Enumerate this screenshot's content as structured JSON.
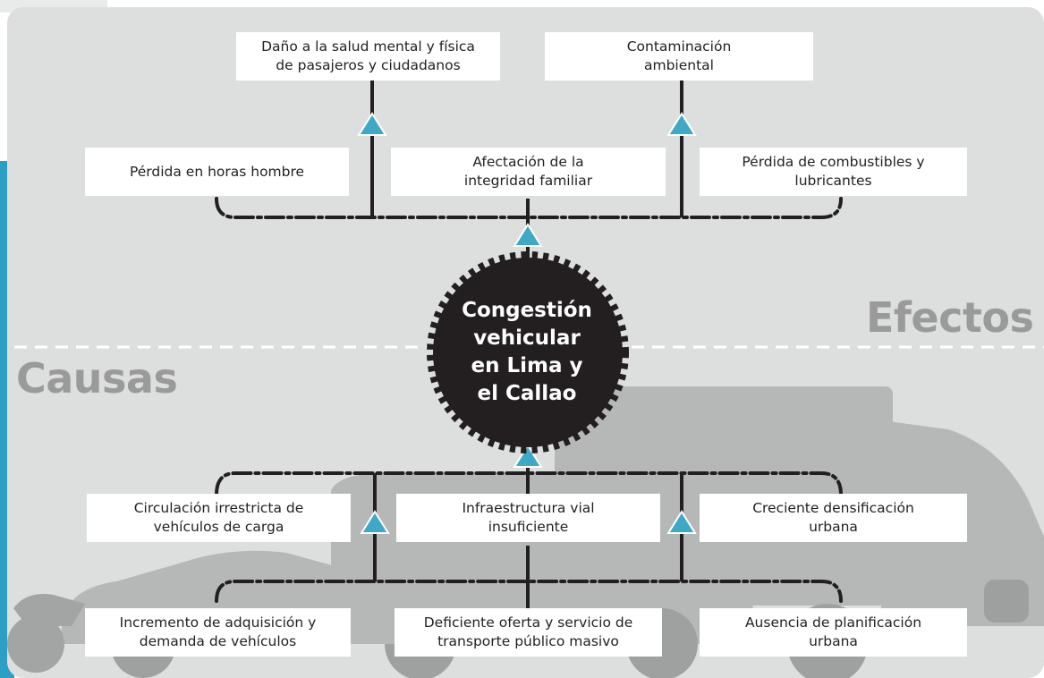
{
  "center": {
    "lines": [
      "Congestión",
      "vehicular",
      "en Lima y",
      "el Callao"
    ]
  },
  "section_labels": {
    "effects": "Efectos",
    "causes": "Causas"
  },
  "effects": {
    "top_left": [
      "Daño a la salud mental y física",
      "de pasajeros y ciudadanos"
    ],
    "top_right": [
      "Contaminación",
      "ambiental"
    ],
    "mid_left": [
      "Pérdida en horas hombre"
    ],
    "mid_center": [
      "Afectación de la",
      "integridad familiar"
    ],
    "mid_right": [
      "Pérdida de combustibles y",
      "lubricantes"
    ]
  },
  "causes": {
    "upper_left": [
      "Circulación irrestricta de",
      "vehículos de carga"
    ],
    "upper_center": [
      "Infraestructura vial",
      "insuficiente"
    ],
    "upper_right": [
      "Creciente densificación",
      "urbana"
    ],
    "lower_left": [
      "Incremento de adquisición y",
      "demanda de vehículos"
    ],
    "lower_center": [
      "Deficiente oferta y servicio de",
      "transporte público masivo"
    ],
    "lower_right": [
      "Ausencia de planificación",
      "urbana"
    ]
  },
  "colors": {
    "panel_background": "#dcdfdd",
    "connector": "#231f20",
    "arrow": "#3fa9c5",
    "center_fill": "#231f20",
    "label_gray": "#9a9a9a",
    "vehicle_silhouette": "#b5b7b6",
    "side_accent": "#2e9fc4"
  }
}
